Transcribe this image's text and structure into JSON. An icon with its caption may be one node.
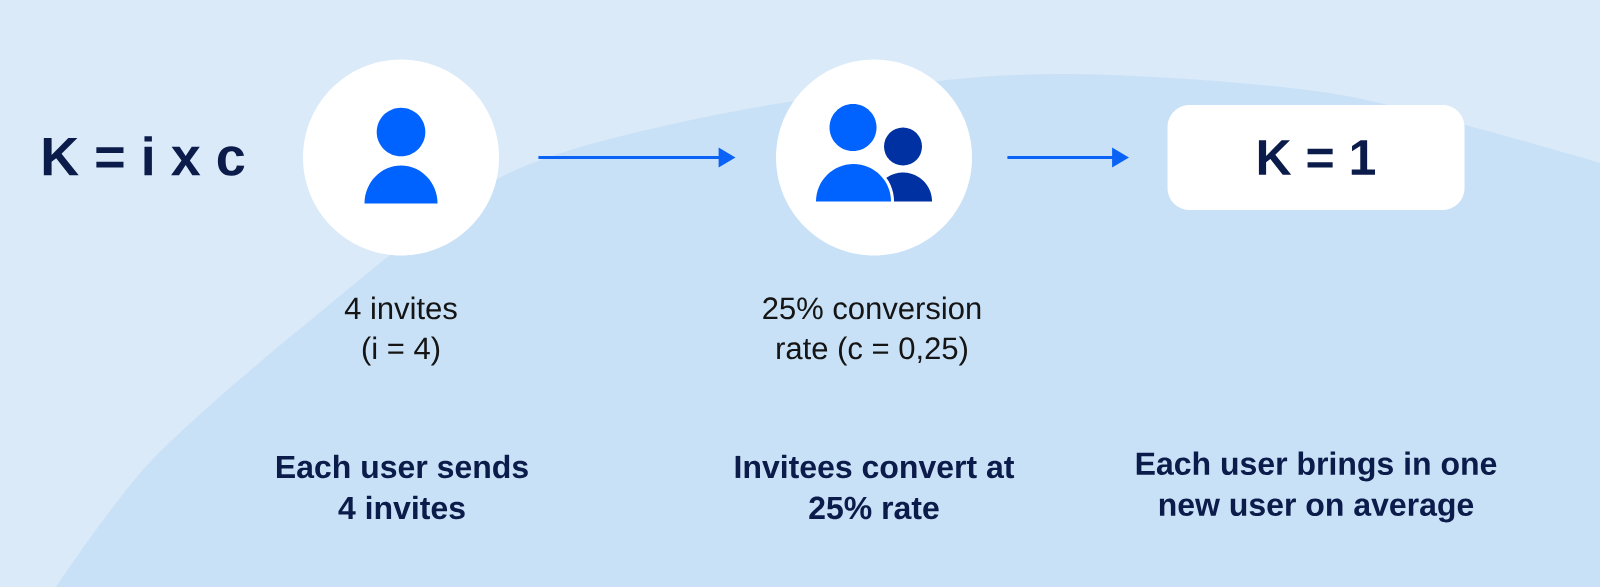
{
  "diagram": {
    "nodes": [
      {
        "text": [],
        "shape": "circle",
        "beside": [
          "4 invites (i = 4)"
        ]
      },
      {
        "text": [],
        "shape": "circle",
        "beside": [
          "25% conversion rate (c = 0,25)"
        ]
      },
      {
        "text": [
          "K = 1"
        ]
      }
    ],
    "edges": [
      {
        "from": 0,
        "to": 1,
        "arrow": "to"
      },
      {
        "from": 1,
        "to": 2,
        "arrow": "to"
      }
    ],
    "labels": [
      "K = i x c",
      "Each user sends 4 invites",
      "Invitees convert at 25% rate",
      "Each user brings in one new user on average"
    ]
  }
}
